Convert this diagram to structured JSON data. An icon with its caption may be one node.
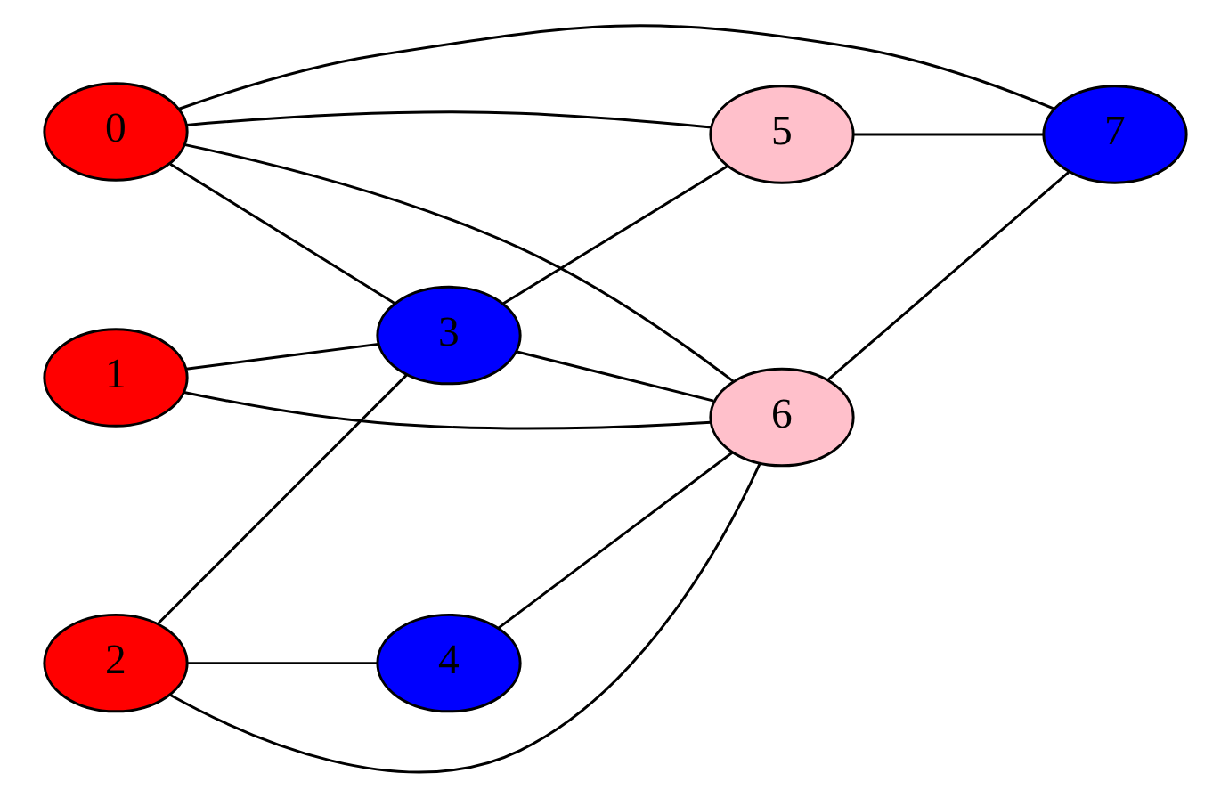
{
  "diagram": {
    "nodes": [
      {
        "text": [
          "0"
        ]
      },
      {
        "text": [
          "1"
        ]
      },
      {
        "text": [
          "2"
        ]
      },
      {
        "text": [
          "3"
        ]
      },
      {
        "text": [
          "4"
        ]
      },
      {
        "text": [
          "5"
        ]
      },
      {
        "text": [
          "6"
        ]
      },
      {
        "text": [
          "7"
        ]
      }
    ],
    "edges": [
      {
        "from": 0,
        "to": 7,
        "arrow": "none"
      },
      {
        "from": 0,
        "to": 5,
        "arrow": "none"
      },
      {
        "from": 0,
        "to": 3,
        "arrow": "none"
      },
      {
        "from": 0,
        "to": 6,
        "arrow": "none"
      },
      {
        "from": 1,
        "to": 3,
        "arrow": "none"
      },
      {
        "from": 1,
        "to": 6,
        "arrow": "none"
      },
      {
        "from": 2,
        "to": 3,
        "arrow": "none"
      },
      {
        "from": 2,
        "to": 4,
        "arrow": "none"
      },
      {
        "from": 2,
        "to": 6,
        "arrow": "none"
      },
      {
        "from": 3,
        "to": 5,
        "arrow": "none"
      },
      {
        "from": 3,
        "to": 6,
        "arrow": "none"
      },
      {
        "from": 4,
        "to": 6,
        "arrow": "none"
      },
      {
        "from": 5,
        "to": 7,
        "arrow": "none"
      },
      {
        "from": 6,
        "to": 7,
        "arrow": "none"
      }
    ]
  }
}
